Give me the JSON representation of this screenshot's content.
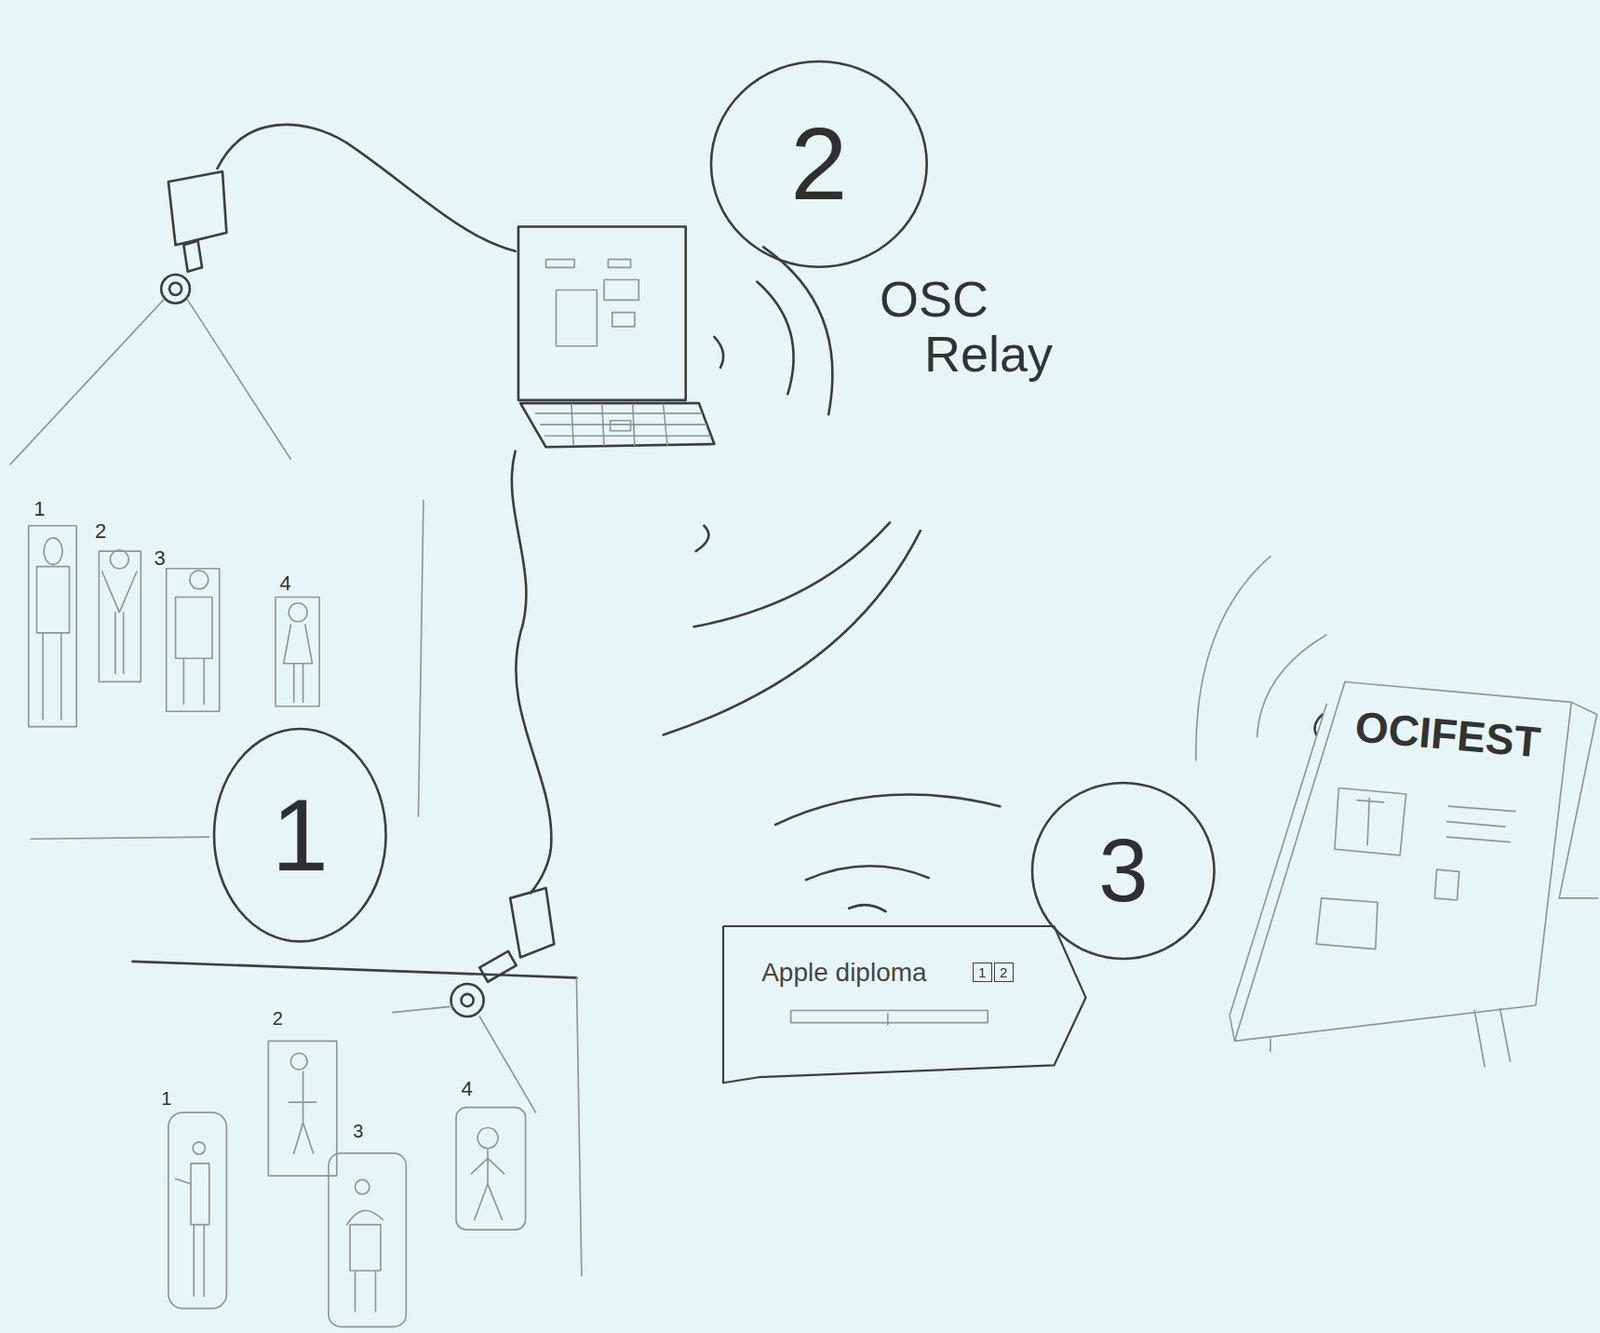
{
  "diagram": {
    "nodes": [
      {
        "text": [
          "2"
        ]
      },
      {
        "text": [
          "1"
        ]
      },
      {
        "text": [
          "3"
        ]
      },
      {
        "text": [
          "Apple diploma"
        ]
      },
      {
        "text": [
          "1"
        ],
        "in": 3
      },
      {
        "text": [
          "2"
        ],
        "in": 3
      },
      {
        "text": [
          "OCIFEST"
        ]
      }
    ],
    "labels": [
      "OSC Relay",
      "1",
      "2",
      "3",
      "4",
      "1",
      "2",
      "3",
      "4"
    ]
  }
}
